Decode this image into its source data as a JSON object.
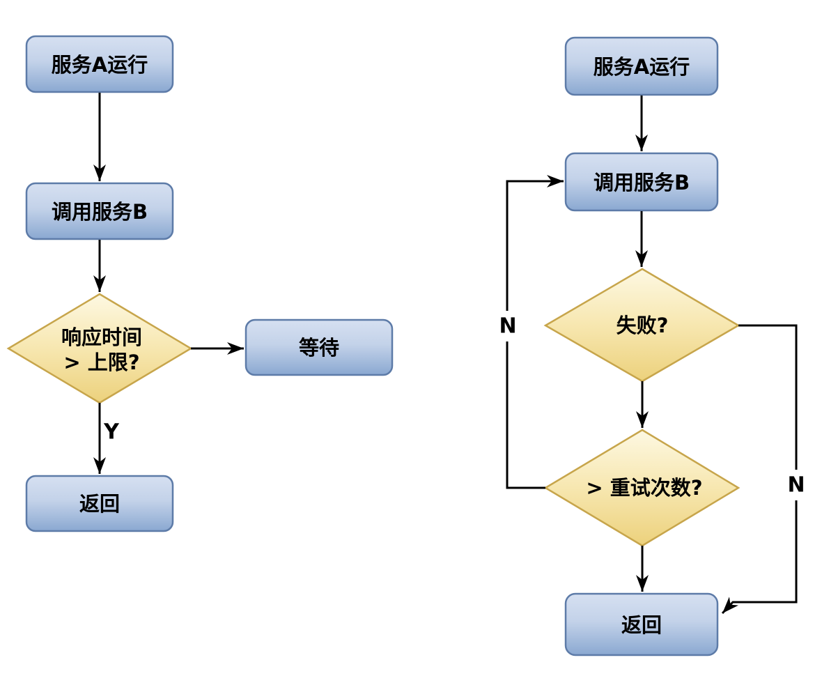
{
  "left_flowchart": {
    "start": "服务A运行",
    "call_service_b": "调用服务B",
    "decision_line1": "响应时间",
    "decision_line2": "> 上限?",
    "wait": "等待",
    "return": "返回",
    "label_yes": "Y"
  },
  "right_flowchart": {
    "start": "服务A运行",
    "call_service_b": "调用服务B",
    "decision_fail": "失败?",
    "decision_retry": "> 重试次数?",
    "return": "返回",
    "label_no_left": "N",
    "label_no_right": "N"
  },
  "colors": {
    "process_fill_top": "#d6e0f1",
    "process_fill_mid": "#c3d2e9",
    "process_fill_bottom": "#8aa8d1",
    "process_border": "#5d7ba8",
    "decision_fill_top": "#fdf8e2",
    "decision_fill_mid": "#f7e7b0",
    "decision_fill_bottom": "#ecd17c",
    "decision_border": "#c7a54b",
    "connector": "#000000",
    "text": "#000000",
    "background": "#ffffff"
  }
}
